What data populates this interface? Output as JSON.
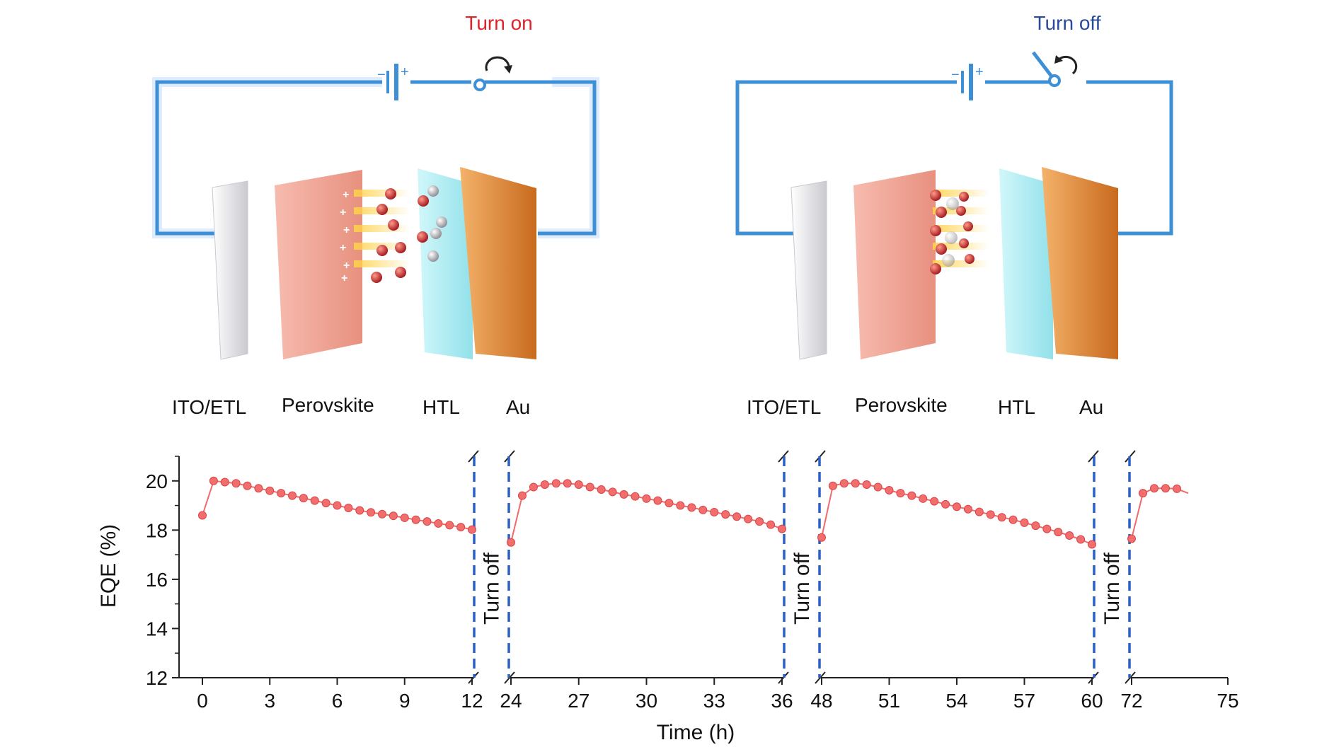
{
  "schematic": {
    "left_title": "Turn on",
    "right_title": "Turn off",
    "left_title_color": "#e0242a",
    "right_title_color": "#2a4a9c",
    "circuit_color": "#3d8fd6",
    "battery_minus": "−",
    "battery_plus": "+",
    "layers": [
      {
        "label": "ITO/ETL",
        "color": "#e6e6ea"
      },
      {
        "label": "Perovskite",
        "color": "#f2a090"
      },
      {
        "label": "HTL",
        "color": "#9ee8ef"
      },
      {
        "label": "Au",
        "color": "#e08a3a"
      }
    ],
    "icons": [
      "battery-icon",
      "switch-icon",
      "rotate-arrow-icon",
      "electron-icon",
      "hole-icon"
    ]
  },
  "chart_data": {
    "type": "scatter",
    "xlabel": "Time (h)",
    "ylabel": "EQE (%)",
    "ylim": [
      12,
      21
    ],
    "yticks": [
      12,
      14,
      16,
      18,
      20
    ],
    "xticks": [
      0,
      3,
      6,
      9,
      12,
      24,
      27,
      30,
      33,
      36,
      48,
      51,
      54,
      57,
      60,
      72,
      75
    ],
    "axis_break": "broken x-axis: 12→24, 36→48, 60→72",
    "break_annotation": "Turn off",
    "line_color": "#f06a6a",
    "dashed_line_color": "#2a5fc4",
    "segments": [
      {
        "x": [
          0,
          0.5,
          1,
          1.5,
          2,
          2.5,
          3,
          3.5,
          4,
          4.5,
          5,
          5.5,
          6,
          6.5,
          7,
          7.5,
          8,
          8.5,
          9,
          9.5,
          10,
          10.5,
          11,
          11.5,
          12
        ],
        "y": [
          18.6,
          20.0,
          19.95,
          19.9,
          19.8,
          19.7,
          19.6,
          19.5,
          19.4,
          19.3,
          19.2,
          19.1,
          19.0,
          18.9,
          18.8,
          18.72,
          18.65,
          18.58,
          18.5,
          18.42,
          18.35,
          18.27,
          18.2,
          18.12,
          18.02
        ]
      },
      {
        "x": [
          24,
          24.5,
          25,
          25.5,
          26,
          26.5,
          27,
          27.5,
          28,
          28.5,
          29,
          29.5,
          30,
          30.5,
          31,
          31.5,
          32,
          32.5,
          33,
          33.5,
          34,
          34.5,
          35,
          35.5,
          36
        ],
        "y": [
          17.5,
          19.4,
          19.75,
          19.85,
          19.9,
          19.9,
          19.85,
          19.75,
          19.65,
          19.55,
          19.45,
          19.37,
          19.28,
          19.2,
          19.1,
          19.0,
          18.92,
          18.82,
          18.73,
          18.64,
          18.55,
          18.45,
          18.35,
          18.22,
          18.05
        ]
      },
      {
        "x": [
          48,
          48.5,
          49,
          49.5,
          50,
          50.5,
          51,
          51.5,
          52,
          52.5,
          53,
          53.5,
          54,
          54.5,
          55,
          55.5,
          56,
          56.5,
          57,
          57.5,
          58,
          58.5,
          59,
          59.5,
          60
        ],
        "y": [
          17.7,
          19.8,
          19.9,
          19.9,
          19.85,
          19.75,
          19.62,
          19.5,
          19.4,
          19.28,
          19.17,
          19.05,
          18.95,
          18.85,
          18.74,
          18.63,
          18.52,
          18.42,
          18.3,
          18.18,
          18.05,
          17.92,
          17.78,
          17.62,
          17.42
        ]
      },
      {
        "x": [
          72,
          72.5,
          73,
          73.5,
          74,
          74.5
        ],
        "y": [
          17.65,
          19.5,
          19.7,
          19.7,
          19.68,
          19.5
        ]
      }
    ]
  }
}
